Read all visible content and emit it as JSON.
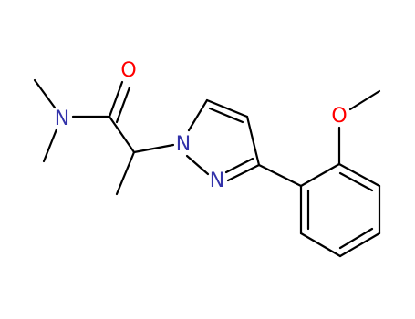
{
  "molecule": {
    "atoms": {
      "O_carbonyl": {
        "symbol": "O",
        "color": "#ff0000"
      },
      "N_amide": {
        "symbol": "N",
        "color": "#3333aa"
      },
      "N1_pyrazole": {
        "symbol": "N",
        "color": "#3333aa"
      },
      "N2_pyrazole": {
        "symbol": "N",
        "color": "#3333aa"
      },
      "O_methoxy": {
        "symbol": "O",
        "color": "#ff0000"
      }
    }
  }
}
